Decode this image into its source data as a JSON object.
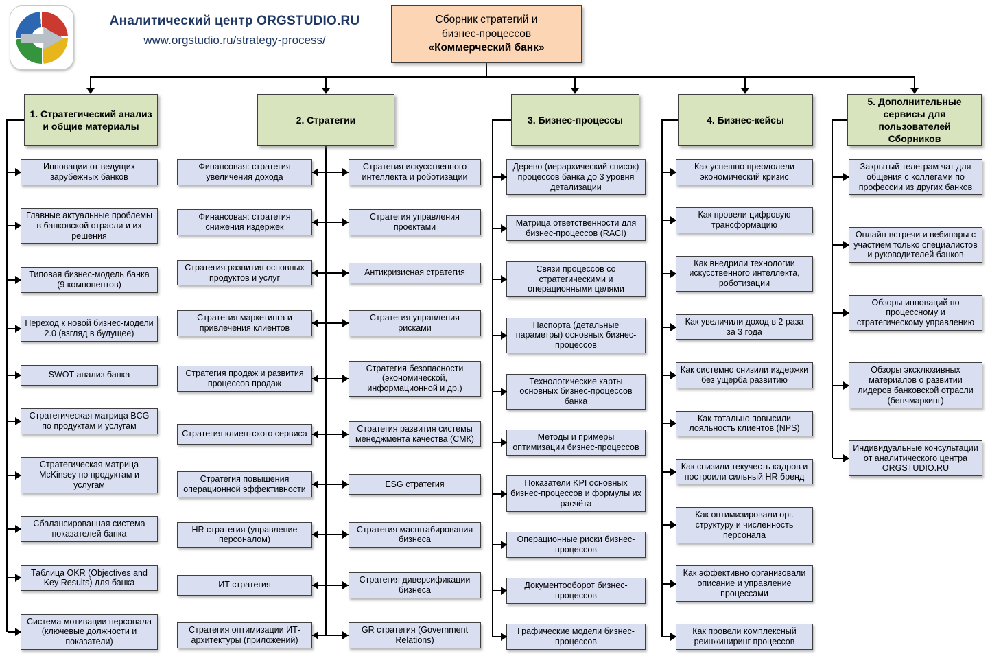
{
  "branding": {
    "org_name": "Аналитический центр ORGSTUDIO.RU",
    "url": "www.orgstudio.ru/strategy-process/",
    "logo_icon": "orgstudio-circular-arrow-logo"
  },
  "title_box": {
    "line1": "Сборник стратегий и",
    "line2": "бизнес-процессов",
    "line3": "«Коммерческий банк»"
  },
  "colors": {
    "title_bg": "#FCD5B4",
    "header_bg": "#D7E4BD",
    "item_bg": "#D9DFF1",
    "border": "#3f3f3f",
    "brand": "#1F3864",
    "line": "#000000"
  },
  "columns": [
    {
      "header": "1. Стратегический анализ и общие материалы",
      "items": [
        "Инновации от ведущих зарубежных банков",
        "Главные актуальные проблемы в банковской отрасли и их решения",
        "Типовая бизнес-модель банка (9 компонентов)",
        "Переход к новой бизнес-модели 2.0 (взгляд в будущее)",
        "SWOT-анализ банка",
        "Стратегическая матрица BCG по продуктам и услугам",
        "Стратегическая матрица McKinsey по продуктам и услугам",
        "Сбалансированная система показателей банка",
        "Таблица OKR (Objectives and Key Results) для банка",
        "Система мотивации персонала (ключевые должности и показатели)"
      ]
    },
    {
      "header": "2. Стратегии",
      "items_left": [
        "Финансовая: стратегия увеличения дохода",
        "Финансовая: стратегия снижения издержек",
        "Стратегия развития основных продуктов и услуг",
        "Стратегия маркетинга и привлечения клиентов",
        "Стратегия продаж и развития процессов продаж",
        "Стратегия клиентского сервиса",
        "Стратегия повышения операционной эффективности",
        "HR стратегия (управление персоналом)",
        "ИТ стратегия",
        "Стратегия оптимизации ИТ-архитектуры (приложений)"
      ],
      "items_right": [
        "Стратегия искусственного интеллекта и роботизации",
        "Стратегия управления проектами",
        "Антикризисная стратегия",
        "Стратегия управления рисками",
        "Стратегия безопасности (экономической, информационной и др.)",
        "Стратегия развития системы менеджмента качества (СМК)",
        "ESG стратегия",
        "Стратегия масштабирования бизнеса",
        "Стратегия диверсификации бизнеса",
        "GR стратегия (Government Relations)"
      ]
    },
    {
      "header": "3. Бизнес-процессы",
      "items": [
        "Дерево (иерархический список) процессов банка до 3 уровня детализации",
        "Матрица ответственности для бизнес-процессов (RACI)",
        "Связи процессов со стратегическими и операционными целями",
        "Паспорта (детальные параметры) основных бизнес-процессов",
        "Технологические карты основных бизнес-процессов банка",
        "Методы и примеры оптимизации бизнес-процессов",
        "Показатели KPI основных бизнес-процессов и формулы их расчёта",
        "Операционные риски бизнес-процессов",
        "Документооборот бизнес-процессов",
        "Графические модели бизнес-процессов"
      ]
    },
    {
      "header": "4. Бизнес-кейсы",
      "items": [
        "Как успешно преодолели экономический кризис",
        "Как провели цифровую трансформацию",
        "Как внедрили технологии искусственного интеллекта, роботизации",
        "Как увеличили доход в 2 раза за 3 года",
        "Как системно снизили издержки без ущерба развитию",
        "Как тотально повысили лояльность клиентов (NPS)",
        "Как снизили текучесть кадров и построили сильный HR бренд",
        "Как оптимизировали орг. структуру и численность персонала",
        "Как эффективно организовали описание и управление процессами",
        "Как провели комплексный реинжиниринг процессов"
      ]
    },
    {
      "header": "5. Дополнительные сервисы для пользователей Сборников",
      "items": [
        "Закрытый телеграм чат для общения с коллегами по профессии из других банков",
        "Онлайн-встречи и вебинары с участием только специалистов и руководителей банков",
        "Обзоры инноваций по процессному и стратегическому управлению",
        "Обзоры эксклюзивных материалов о развитии лидеров банковской отрасли (бенчмаркинг)",
        "Индивидуальные консультации от аналитического центра ORGSTUDIO.RU"
      ]
    }
  ]
}
